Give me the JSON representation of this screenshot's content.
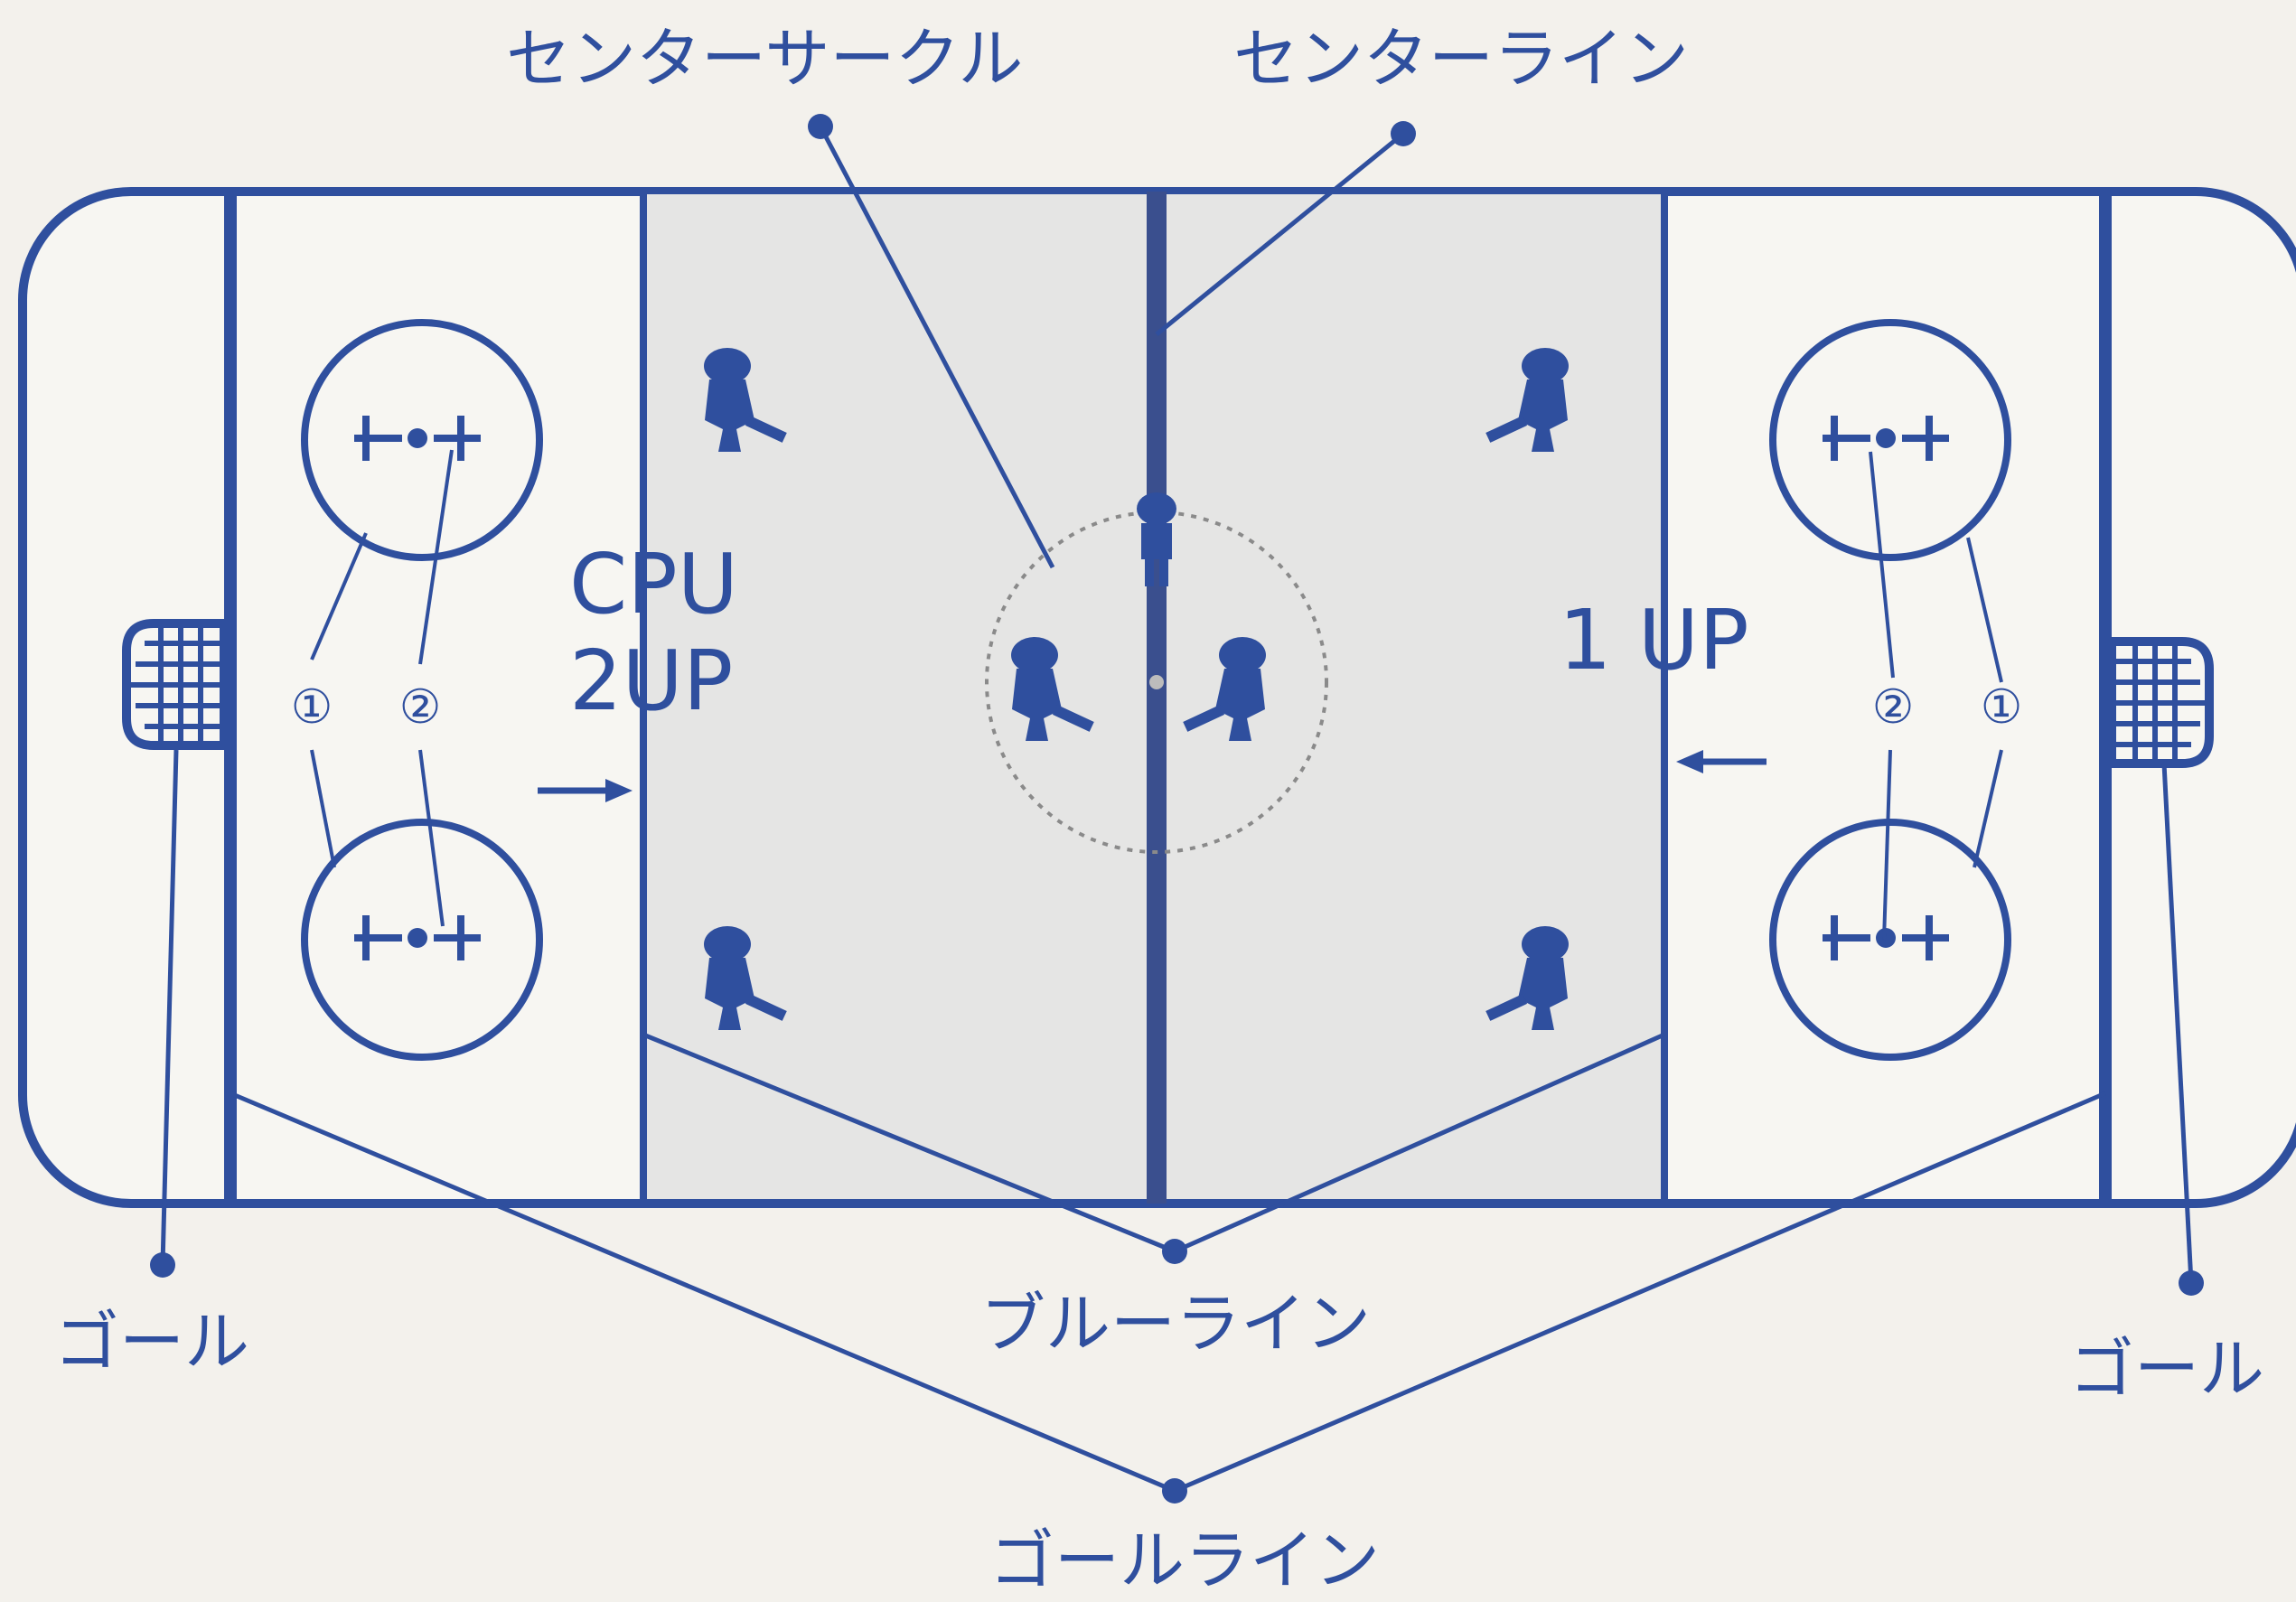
{
  "labels": {
    "center_circle": "センターサークル",
    "center_line": "センターライン",
    "blue_line": "ブルーライン",
    "goal_left": "ゴール",
    "goal_right": "ゴール",
    "goal_line": "ゴールライン"
  },
  "teams": {
    "left_top": "CPU",
    "left_bottom": "2UP",
    "right": "1 UP"
  },
  "faceoff_numbers": {
    "left_1": "①",
    "left_2": "②",
    "right_2": "②",
    "right_1": "①"
  },
  "colors": {
    "ink": "#2f4f9e",
    "rink_shade": "#e4e4e4",
    "background": "#f3f1ec"
  }
}
